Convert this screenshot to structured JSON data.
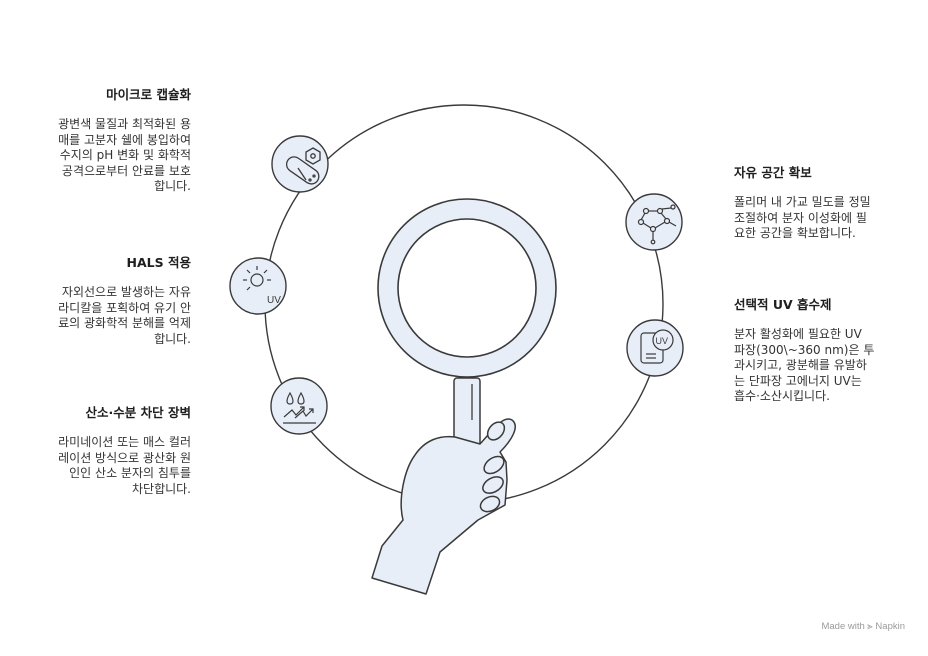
{
  "items_left": [
    {
      "title": "마이크로 캡슐화",
      "desc": "광변색 물질과 최적화된 용\n매를 고분자 쉘에 봉입하여\n수지의 pH 변화 및 화학적\n공격으로부터 안료를 보호\n합니다."
    },
    {
      "title": "HALS 적용",
      "desc": "자외선으로 발생하는 자유\n라디칼을 포획하여 유기 안\n료의 광화학적 분해를 억제\n합니다."
    },
    {
      "title": "산소·수분 차단 장벽",
      "desc": "라미네이션 또는 매스 컬러\n레이션 방식으로 광산화 원\n인인 산소 분자의 침투를\n차단합니다."
    }
  ],
  "items_right": [
    {
      "title": "자유 공간 확보",
      "desc": "폴리머 내 가교 밀도를 정밀\n조절하여 분자 이성화에 필\n요한 공간을 확보합니다."
    },
    {
      "title": "선택적 UV 흡수제",
      "desc": "분자 활성화에 필요한 UV\n파장(300\\~360 nm)은 투\n과시키고, 광분해를 유발하\n는 단파장 고에너지 UV는\n흡수·소산시킵니다."
    }
  ],
  "icons": {
    "capsule": "capsule-icon",
    "sun": "sun-uv-icon",
    "drops": "water-drops-icon",
    "molecule": "molecule-icon",
    "uv_doc": "uv-document-icon",
    "uv_label_sun": "UV",
    "uv_label_doc": "UV"
  },
  "colors": {
    "fill": "#e8eef8",
    "stroke": "#3a3a3a"
  },
  "footer": "Made with ⪢ Napkin"
}
